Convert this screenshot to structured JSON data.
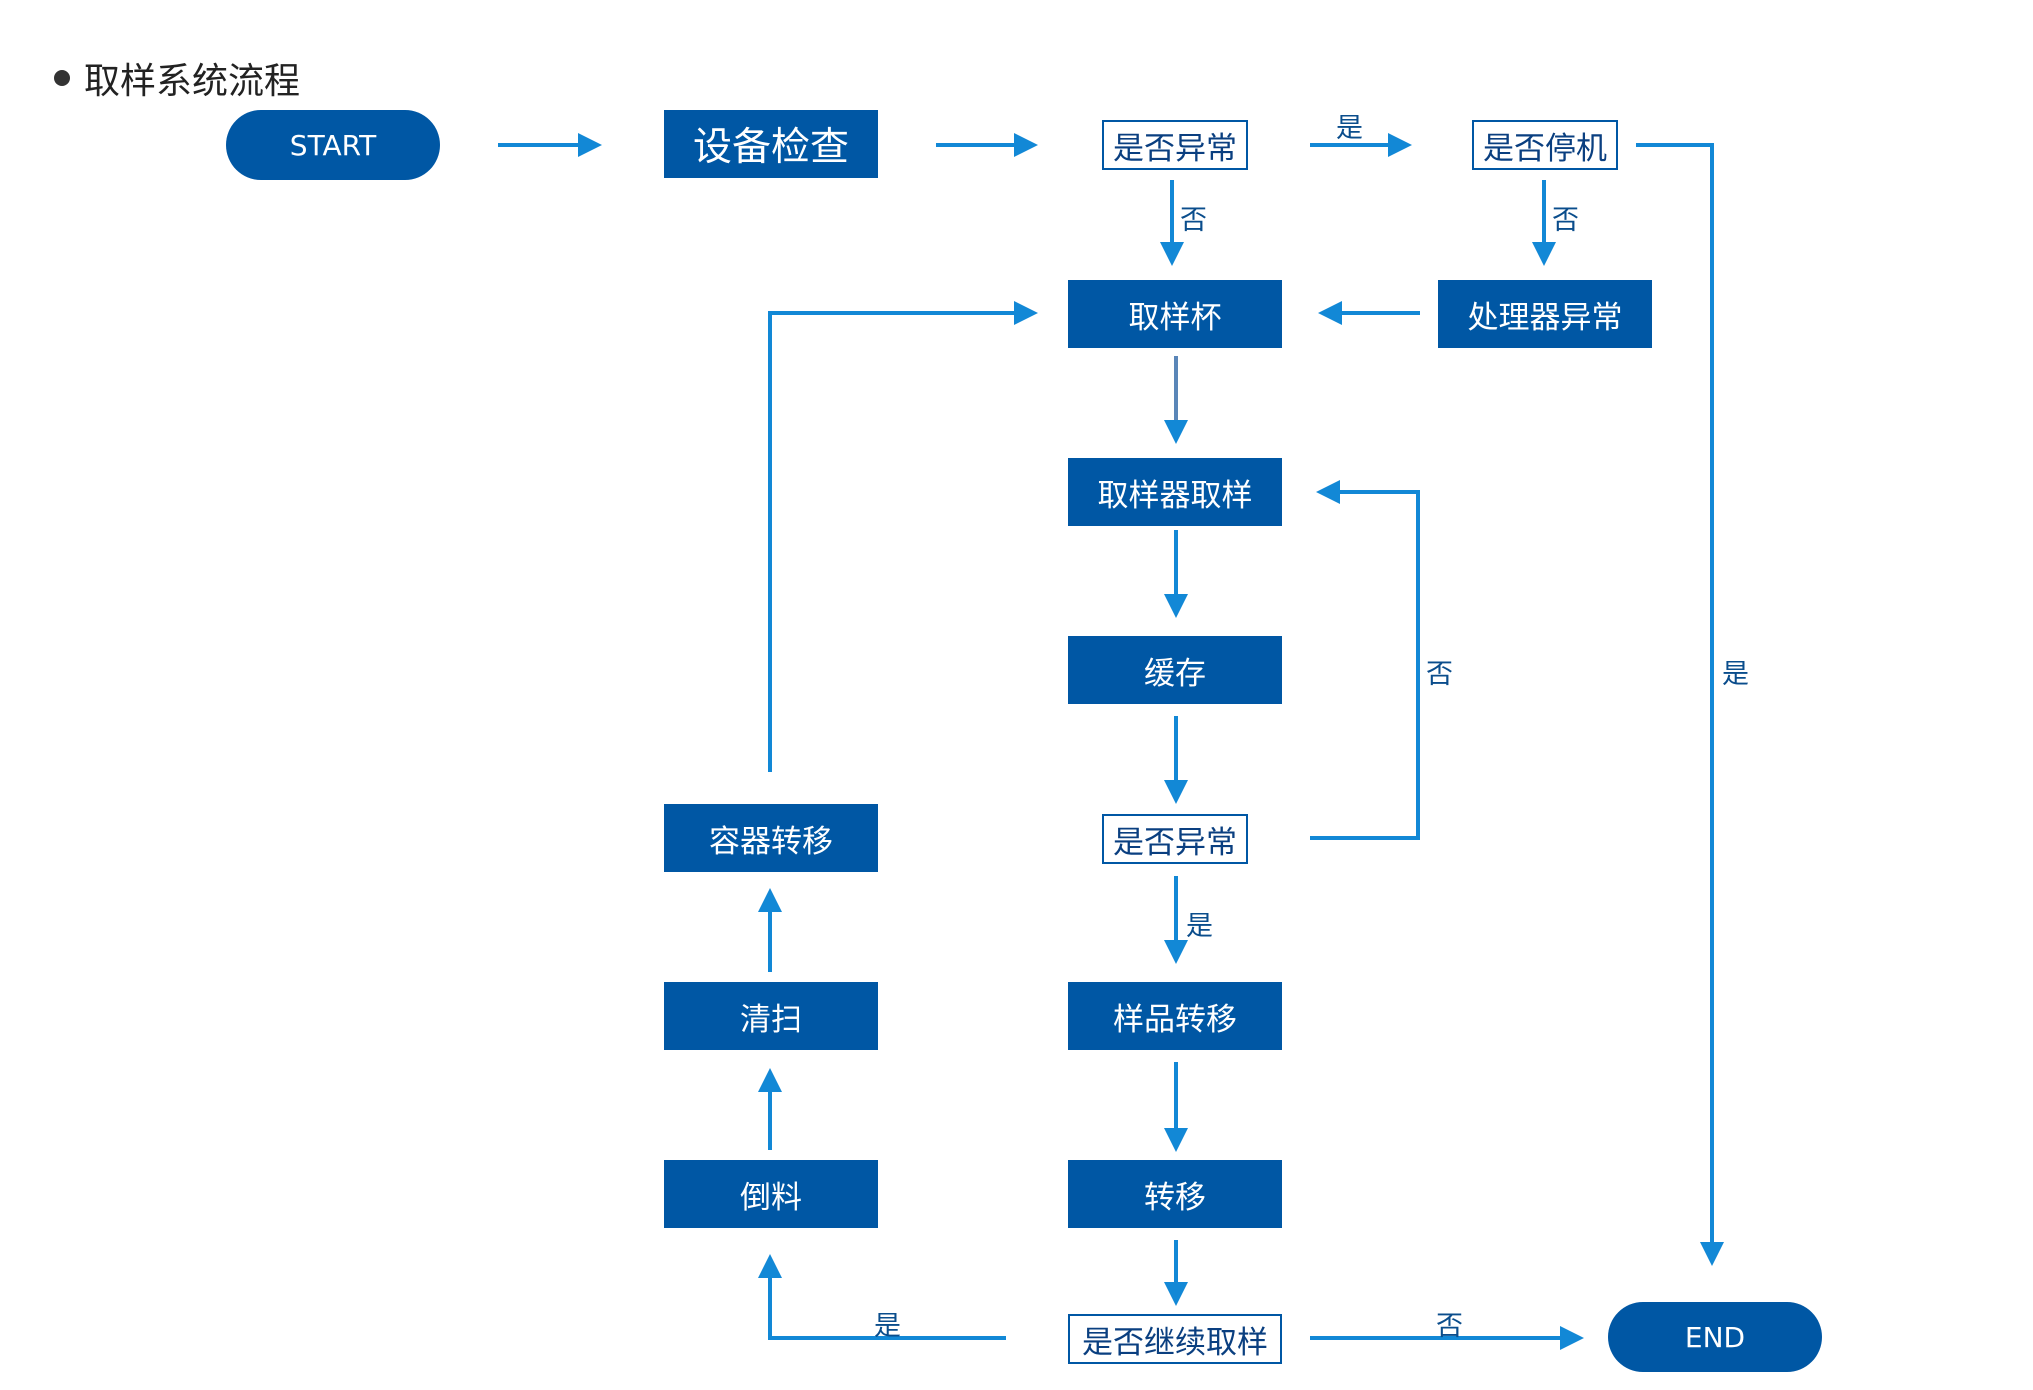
{
  "title": "取样系统流程",
  "colors": {
    "node_fill": "#0057a4",
    "arrow": "#1288d6",
    "text_dark": "#0a3f80"
  },
  "nodes": {
    "start": "START",
    "check_equipment": "设备检查",
    "is_abnormal_1": "是否异常",
    "is_shutdown": "是否停机",
    "sampling_cup": "取样杯",
    "handle_abnormal": "处理器异常",
    "sampler_sampling": "取样器取样",
    "buffer": "缓存",
    "is_abnormal_2": "是否异常",
    "container_transfer": "容器转移",
    "sweep": "清扫",
    "sample_transfer": "样品转移",
    "pour_material": "倒料",
    "transfer": "转移",
    "continue_sampling": "是否继续取样",
    "end": "END"
  },
  "edge_labels": {
    "abnormal1_yes": "是",
    "abnormal1_no": "否",
    "shutdown_no": "否",
    "shutdown_yes": "是",
    "abnormal2_no": "否",
    "abnormal2_yes": "是",
    "continue_yes": "是",
    "continue_no": "否"
  }
}
